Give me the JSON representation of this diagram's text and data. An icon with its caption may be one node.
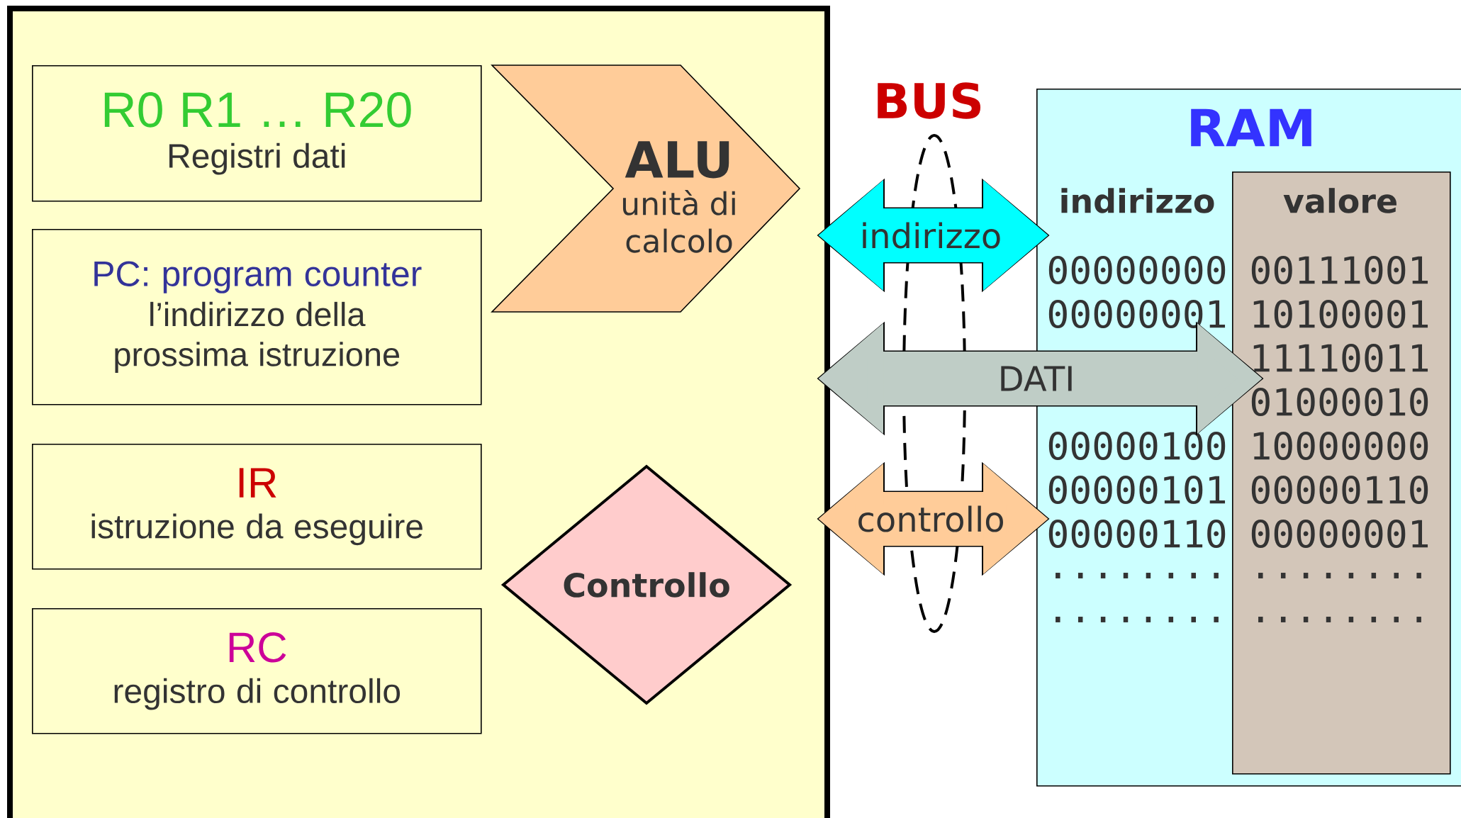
{
  "diagram": {
    "nodes": [
      {
        "text": [],
        "shape": "box"
      },
      {
        "text": [
          "R0 R1 … R20",
          "Registri dati"
        ],
        "in": 0
      },
      {
        "text": [
          "PC: program counter",
          "l’indirizzo della prossima istruzione"
        ],
        "in": 0
      },
      {
        "text": [
          "ALU",
          "unità di calcolo"
        ],
        "in": 0
      },
      {
        "text": [
          "IR",
          "istruzione da eseguire"
        ],
        "in": 0
      },
      {
        "text": [
          "RC",
          "registro di controllo"
        ],
        "in": 0
      },
      {
        "text": [
          "Controllo"
        ],
        "in": 0
      },
      {
        "text": [
          "BUS"
        ]
      },
      {
        "text": [
          "RAM"
        ]
      },
      {
        "text": [
          "valore"
        ],
        "in": 8
      }
    ],
    "edges": [
      {
        "from": 0,
        "to": 8,
        "arrow": "both",
        "label": "indirizzo",
        "color": "#00ffff"
      },
      {
        "from": 0,
        "to": 9,
        "arrow": "both",
        "label": "DATI",
        "color": "#bfcdc6"
      },
      {
        "from": 0,
        "to": 8,
        "arrow": "both",
        "label": "controllo",
        "color": "#ffcc99"
      }
    ],
    "labels": [
      "indirizzo",
      "00000000",
      "00111001",
      "00000001",
      "10100001",
      "11110011",
      "01000010",
      "00000100",
      "10000000",
      "00000101",
      "00000110",
      "00000110",
      "00000001",
      "........",
      "........",
      "........",
      "........"
    ]
  }
}
